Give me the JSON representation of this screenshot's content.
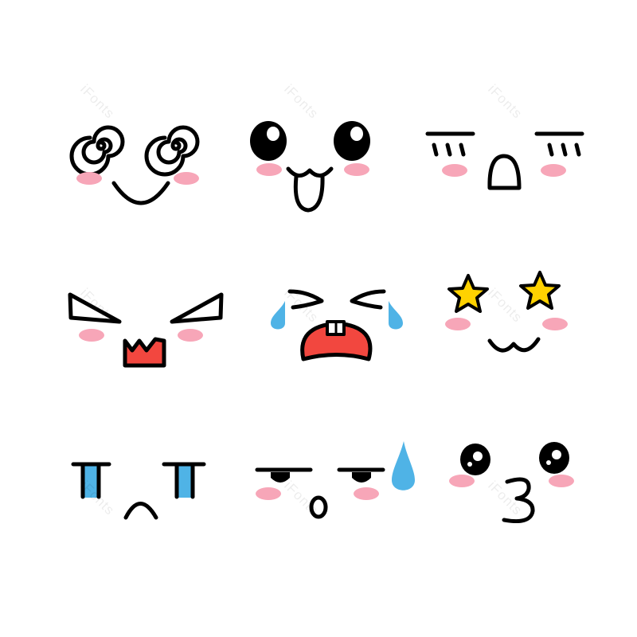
{
  "watermark": {
    "text": "iFonts"
  },
  "colors": {
    "ink": "#000000",
    "blush": "#F7A6B8",
    "mouth_red": "#F2473F",
    "tear_blue": "#4FB3E6",
    "star_yellow": "#FFD200",
    "background": "#FFFFFF"
  },
  "faces": [
    {
      "id": "dizzy-happy",
      "eyes": "spiral-icon",
      "mouth": "smile-icon"
    },
    {
      "id": "cute-bunny",
      "eyes": "round-eye-icon",
      "mouth": "tongue-mouth-icon"
    },
    {
      "id": "sleepy-shocked",
      "eyes": "closed-lash-icon",
      "mouth": "open-mouth-icon"
    },
    {
      "id": "angry",
      "eyes": "triangle-eye-icon",
      "mouth": "jagged-mouth-icon"
    },
    {
      "id": "crying",
      "eyes": "squint-eye-icon",
      "mouth": "crying-mouth-icon"
    },
    {
      "id": "star-struck",
      "eyes": "star-icon",
      "mouth": "cat-mouth-icon"
    },
    {
      "id": "sad-tears",
      "eyes": "tear-stream-icon",
      "mouth": "frown-icon"
    },
    {
      "id": "unimpressed-sweat",
      "eyes": "half-lid-eye-icon",
      "mouth": "o-mouth-icon"
    },
    {
      "id": "kissy",
      "eyes": "sparkle-eye-icon",
      "mouth": "kiss-mouth-icon"
    }
  ]
}
